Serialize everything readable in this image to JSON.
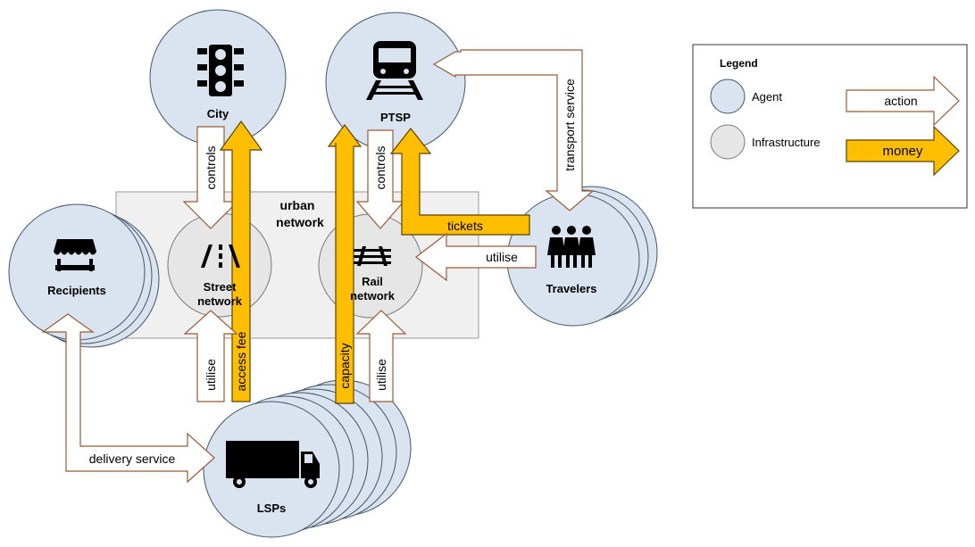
{
  "nodes": {
    "city": "City",
    "ptsp": "PTSP",
    "recipients": "Recipients",
    "travelers": "Travelers",
    "lsps": "LSPs",
    "street_line1": "Street",
    "street_line2": "network",
    "rail_line1": "Rail",
    "rail_line2": "network",
    "urban_line1": "urban",
    "urban_line2": "network"
  },
  "flows": {
    "controls_city": "controls",
    "controls_ptsp": "controls",
    "access_fee": "access fee",
    "utilise_street": "utilise",
    "capacity": "capacity",
    "utilise_rail": "utilise",
    "tickets": "tickets",
    "utilise_travelers": "utilise",
    "transport_service": "transport service",
    "delivery_service": "delivery service"
  },
  "legend": {
    "title": "Legend",
    "agent": "Agent",
    "infrastructure": "Infrastructure",
    "action": "action",
    "money": "money"
  },
  "icons": {
    "city": "traffic-light-icon",
    "ptsp": "train-icon",
    "recipients": "market-stall-icon",
    "travelers": "people-group-icon",
    "lsps": "truck-icon",
    "street": "road-icon",
    "rail": "railway-track-icon"
  },
  "colors": {
    "agent_fill": "#dae3f0",
    "infrastructure_fill": "#e6e6e6",
    "urban_network_fill": "#f0f0f0",
    "action_arrow_fill": "#ffffff",
    "action_arrow_border": "#9a5a33",
    "money_arrow_fill": "#ffbf00"
  }
}
